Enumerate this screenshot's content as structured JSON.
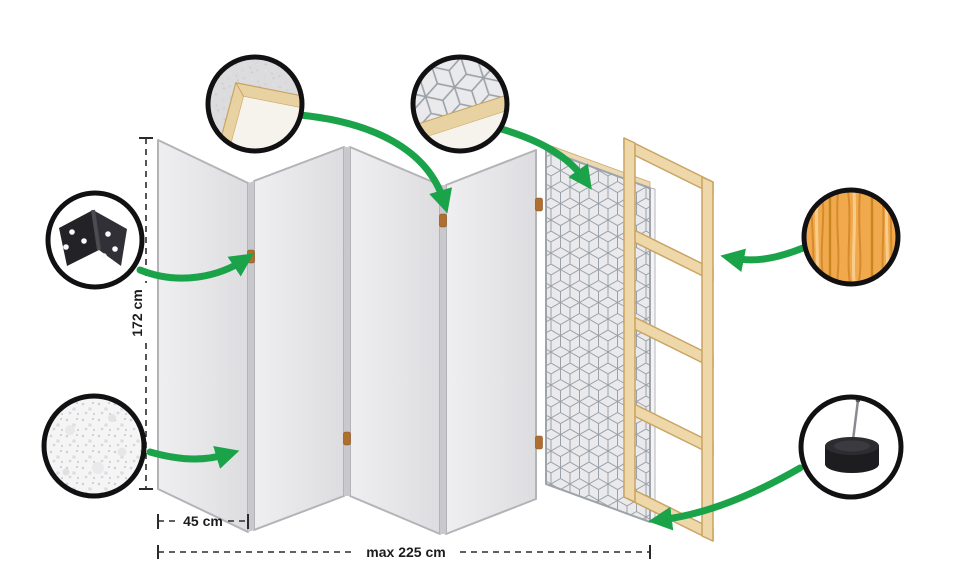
{
  "dimensions": {
    "height": "172 cm",
    "panel_width": "45 cm",
    "max_width": "max 225 cm"
  },
  "colors": {
    "arrow_green": "#1ba34a",
    "panel_fill": "#e6e6e8",
    "panel_border": "#b4b4b8",
    "frame_wood": "#eed7a8",
    "frame_wood_border": "#c9a463",
    "pattern_line": "#9aa1a8",
    "wood_sample": "#f1a94e",
    "hinge_black": "#232327",
    "callout_ring": "#111114"
  },
  "panels": {
    "count": 5
  },
  "icons": [
    "hinge-icon",
    "frame-corner-icon",
    "cube-pattern-icon",
    "fabric-texture-icon",
    "wood-grain-icon",
    "foot-pad-icon"
  ]
}
